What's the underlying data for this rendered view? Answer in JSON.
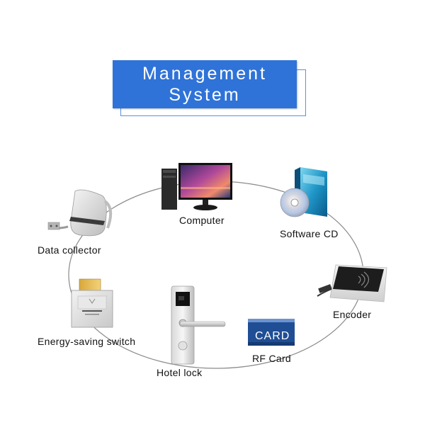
{
  "title": "Management\nSystem",
  "nodes": {
    "computer": "Computer",
    "software_cd": "Software CD",
    "encoder": "Encoder",
    "rf_card": "RF Card",
    "hotel_lock": "Hotel lock",
    "energy_switch": "Energy-saving switch",
    "data_collector": "Data collector"
  },
  "card_face": "CARD",
  "colors": {
    "title_bg": "#2f73d8",
    "ring": "#8a8a8a"
  }
}
